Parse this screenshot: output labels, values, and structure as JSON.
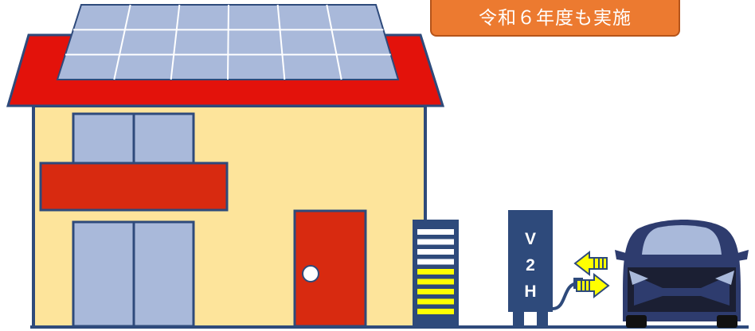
{
  "badge": {
    "label": "令和６年度も実施",
    "color": "#ec7a30"
  },
  "v2h": {
    "letters": [
      "V",
      "2",
      "H"
    ]
  },
  "colors": {
    "roof": "#e3120b",
    "wall": "#fde49b",
    "solar_panel": "#a9b9da",
    "outline": "#2e4a7b",
    "door": "#d82a10",
    "car": "#2e3c6e",
    "arrow": "#ffff00",
    "battery_stripe": "#ffff00"
  },
  "icons": {
    "solar": "solar-panel-icon",
    "battery": "battery-storage-icon",
    "charger": "v2h-charger-icon",
    "car": "electric-car-icon",
    "flow": "bidirectional-arrow-icon"
  }
}
